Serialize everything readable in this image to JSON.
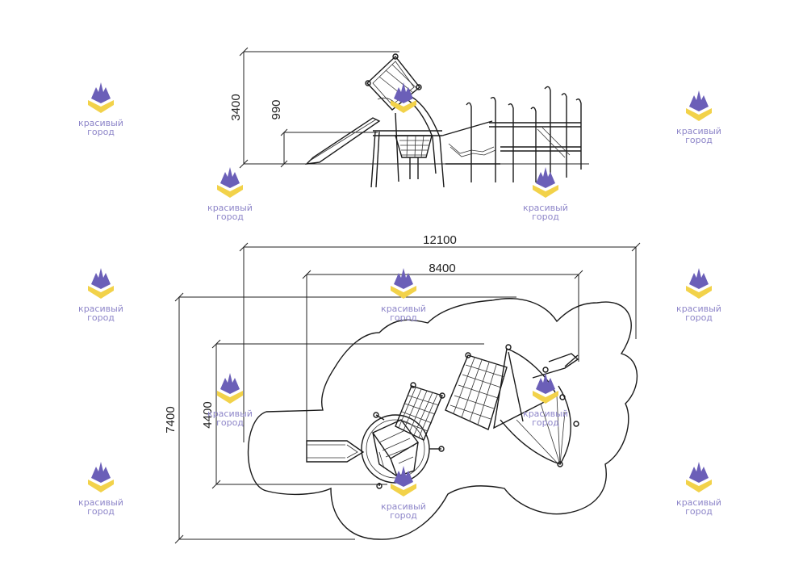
{
  "dimensions": {
    "side_height_total": "3400",
    "side_slide_height": "990",
    "plan_width_total": "12100",
    "plan_width_inner": "8400",
    "plan_depth_total": "7400",
    "plan_depth_inner": "4400"
  },
  "watermark": {
    "line1": "красивый",
    "line2": "город",
    "colors": {
      "mark_purple": "#6b5fb8",
      "mark_yellow": "#f2d24a"
    }
  }
}
